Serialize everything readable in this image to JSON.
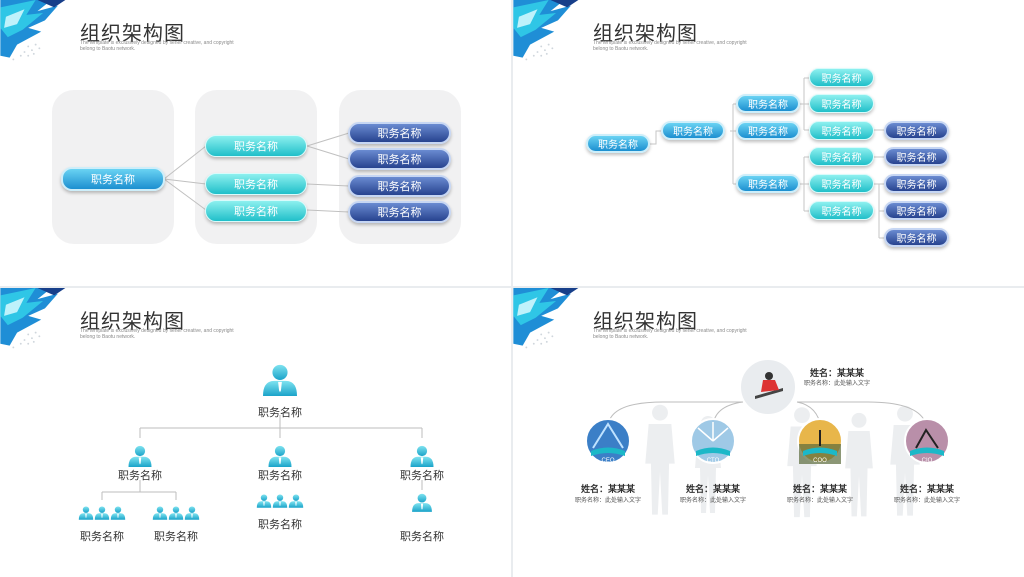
{
  "title": "组织架构图",
  "subtitle": "The template is exclusively designed by flener creative, and copyright belong to Baotu network.",
  "colors": {
    "blue": "#1c8fd0",
    "teal": "#20bfc9",
    "navy": "#27438f",
    "line": "#c6c6c6"
  },
  "slide1": {
    "root": "职务名称",
    "mid": [
      "职务名称",
      "职务名称",
      "职务名称"
    ],
    "leaves": [
      "职务名称",
      "职务名称",
      "职务名称",
      "职务名称"
    ]
  },
  "slide2": {
    "root": "职务名称",
    "level1": "职务名称",
    "level2": [
      "职务名称",
      "职务名称",
      "职务名称"
    ],
    "level3": [
      "职务名称",
      "职务名称",
      "职务名称",
      "职务名称",
      "职务名称",
      "职务名称"
    ],
    "level4": [
      "职务名称",
      "职务名称",
      "职务名称",
      "职务名称",
      "职务名称"
    ]
  },
  "slide3": {
    "top": "职务名称",
    "mid": [
      "职务名称",
      "职务名称",
      "职务名称"
    ],
    "bottom": [
      "职务名称",
      "职务名称",
      "职务名称",
      "职务名称"
    ],
    "icon": "person-icon"
  },
  "slide4": {
    "leader": {
      "name": "姓名：某某某",
      "desc": "职务名称：此处输入文字"
    },
    "members": [
      {
        "role": "CEO",
        "name": "姓名：某某某",
        "desc": "职务名称：此处输入文字"
      },
      {
        "role": "CTO",
        "name": "姓名：某某某",
        "desc": "职务名称：此处输入文字"
      },
      {
        "role": "COO",
        "name": "姓名：某某某",
        "desc": "职务名称：此处输入文字"
      },
      {
        "role": "CIO",
        "name": "姓名：某某某",
        "desc": "职务名称：此处输入文字"
      }
    ]
  }
}
